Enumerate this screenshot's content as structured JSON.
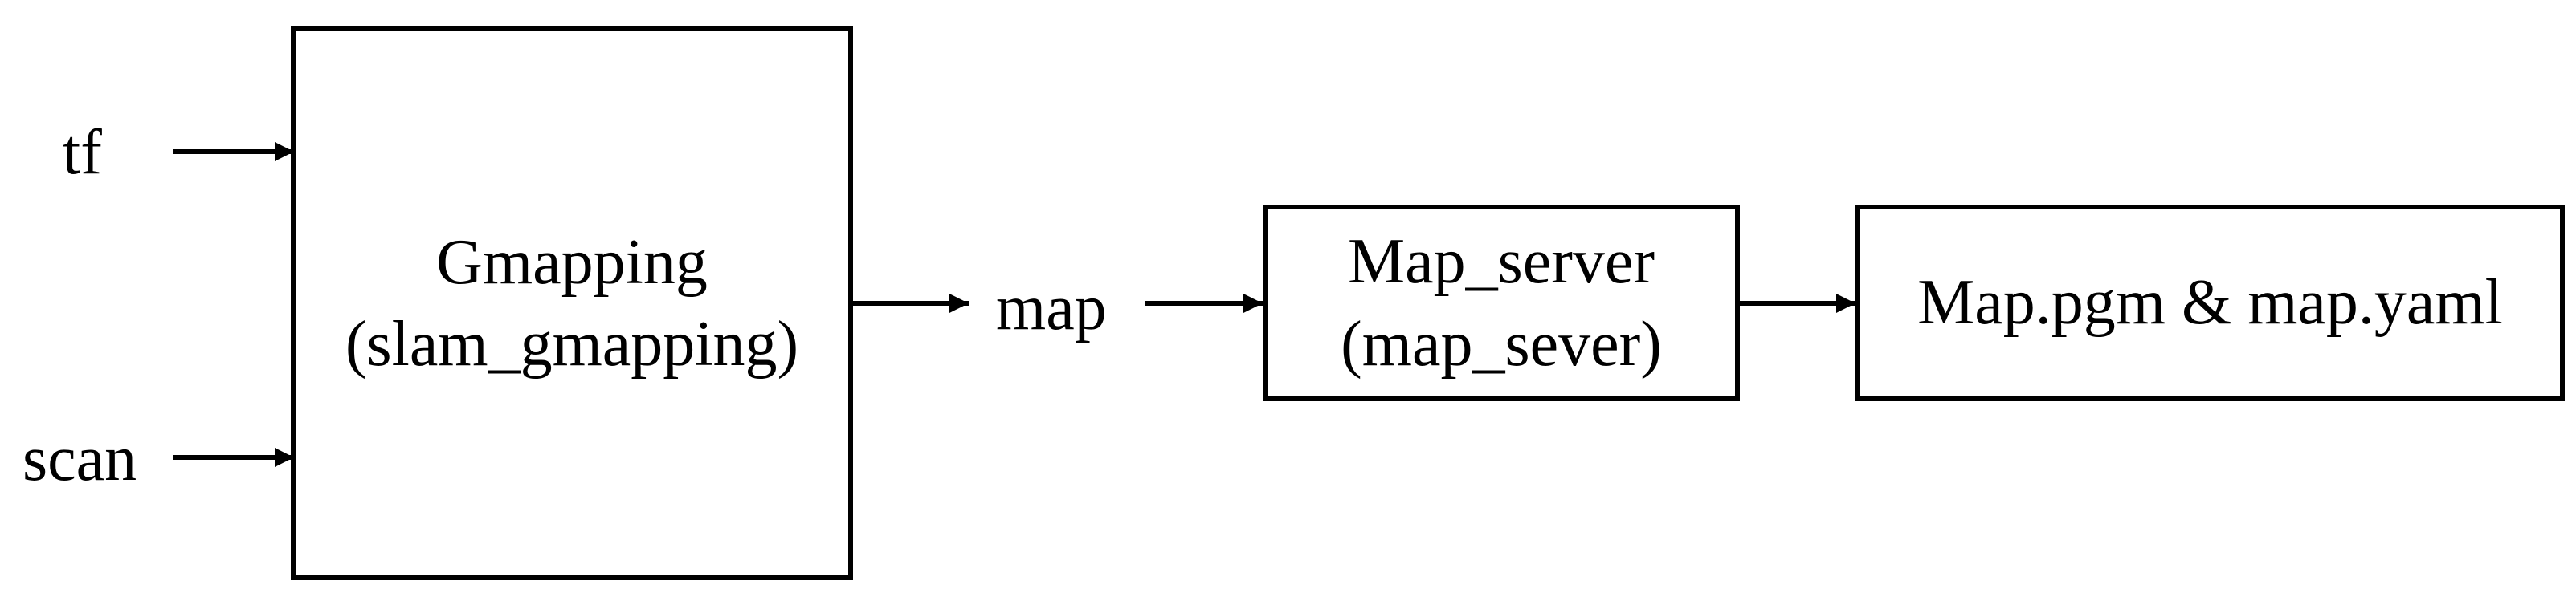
{
  "inputs": {
    "tf": "tf",
    "scan": "scan"
  },
  "gmapping": {
    "title": "Gmapping",
    "node": "(slam_gmapping)"
  },
  "topic": {
    "map": "map"
  },
  "map_server": {
    "title": "Map_server",
    "node": "(map_sever)"
  },
  "output": {
    "files": "Map.pgm & map.yaml"
  },
  "colors": {
    "stroke": "#000000",
    "background": "#ffffff"
  }
}
